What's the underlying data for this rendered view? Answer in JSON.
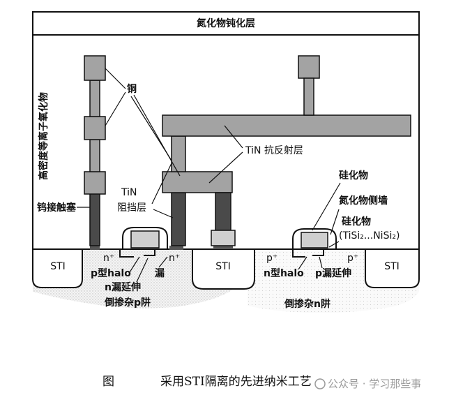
{
  "diagram": {
    "top_layer_label": "氮化物钝化层",
    "vertical_label": "高密度等离子氧化物",
    "copper_label": "铜",
    "tin_arc_label": "TiN 抗反射层",
    "tin_barrier_line1": "TiN",
    "tin_barrier_line2": "阻挡层",
    "w_plug_label": "钨接触塞",
    "silicide_label": "硅化物",
    "nitride_spacer_label": "氮化物侧墙",
    "silicide2_label": "硅化物",
    "silicide2_formula": "(TiSi₂...NiSi₂)",
    "sti_left": "STI",
    "sti_middle": "STI",
    "sti_right": "STI",
    "nplus_left": "n⁺",
    "nplus_right": "n⁺",
    "pplus_left": "p⁺",
    "pplus_right": "p⁺",
    "p_halo": "p型halo",
    "drain_label": "漏",
    "n_ldd": "n漏延伸",
    "retro_pwell": "倒掺杂p阱",
    "n_halo": "n型halo",
    "p_ldd": "p漏延伸",
    "retro_nwell": "倒掺杂n阱"
  },
  "caption": {
    "figure_word": "图",
    "text": "采用STI隔离的先进纳米工艺"
  },
  "watermark": "公众号 · 学习那些事",
  "colors": {
    "metal_gray": "#a3a3a3",
    "w_plug_dark": "#4a4a4a",
    "gate_light": "#cfcfcf",
    "well_dots": "#c8c8c8"
  }
}
